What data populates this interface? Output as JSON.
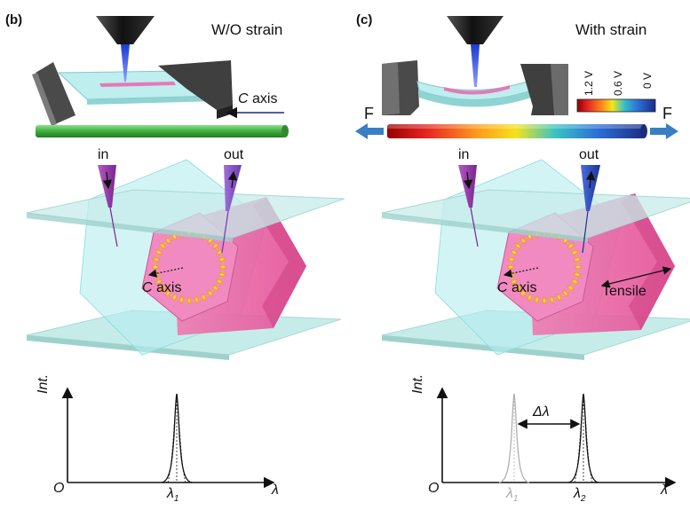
{
  "panels": {
    "b": {
      "label": "(b)",
      "title": "W/O strain",
      "c_axis_letter": "C",
      "c_axis_word": " axis",
      "in": "in",
      "out": "out",
      "inner_c_letter": "C",
      "inner_c_word": " axis",
      "int_label": "Int.",
      "origin": "O",
      "lambda": "λ",
      "peak1_symbol": "λ",
      "peak1_sub": "1"
    },
    "c": {
      "label": "(c)",
      "title": "With strain",
      "colorbar_ticks": [
        "1.2 V",
        "0.6 V",
        "0 V"
      ],
      "force_left": "F",
      "force_right": "F",
      "in": "in",
      "out": "out",
      "inner_c_letter": "C",
      "inner_c_word": " axis",
      "tensile": "Tensile",
      "int_label": "Int.",
      "origin": "O",
      "lambda": "λ",
      "shift": "Δλ",
      "peak1_symbol": "λ",
      "peak1_sub": "1",
      "peak2_symbol": "λ",
      "peak2_sub": "2"
    }
  },
  "colors": {
    "substrate": "#bfeeee",
    "clamp": "#3b3b3b",
    "tip": "#1d1d1d",
    "beam": "#3d5adc",
    "nanowire_plain": "#4cb84c",
    "hexagon": "#ec6aa6",
    "in_probe": "#9b3aa8",
    "out_probe_b": "#8c52c8",
    "out_probe_c": "#2e4ec8",
    "slab": "#b8e6e2",
    "arrow_force": "#3a7fc1"
  }
}
